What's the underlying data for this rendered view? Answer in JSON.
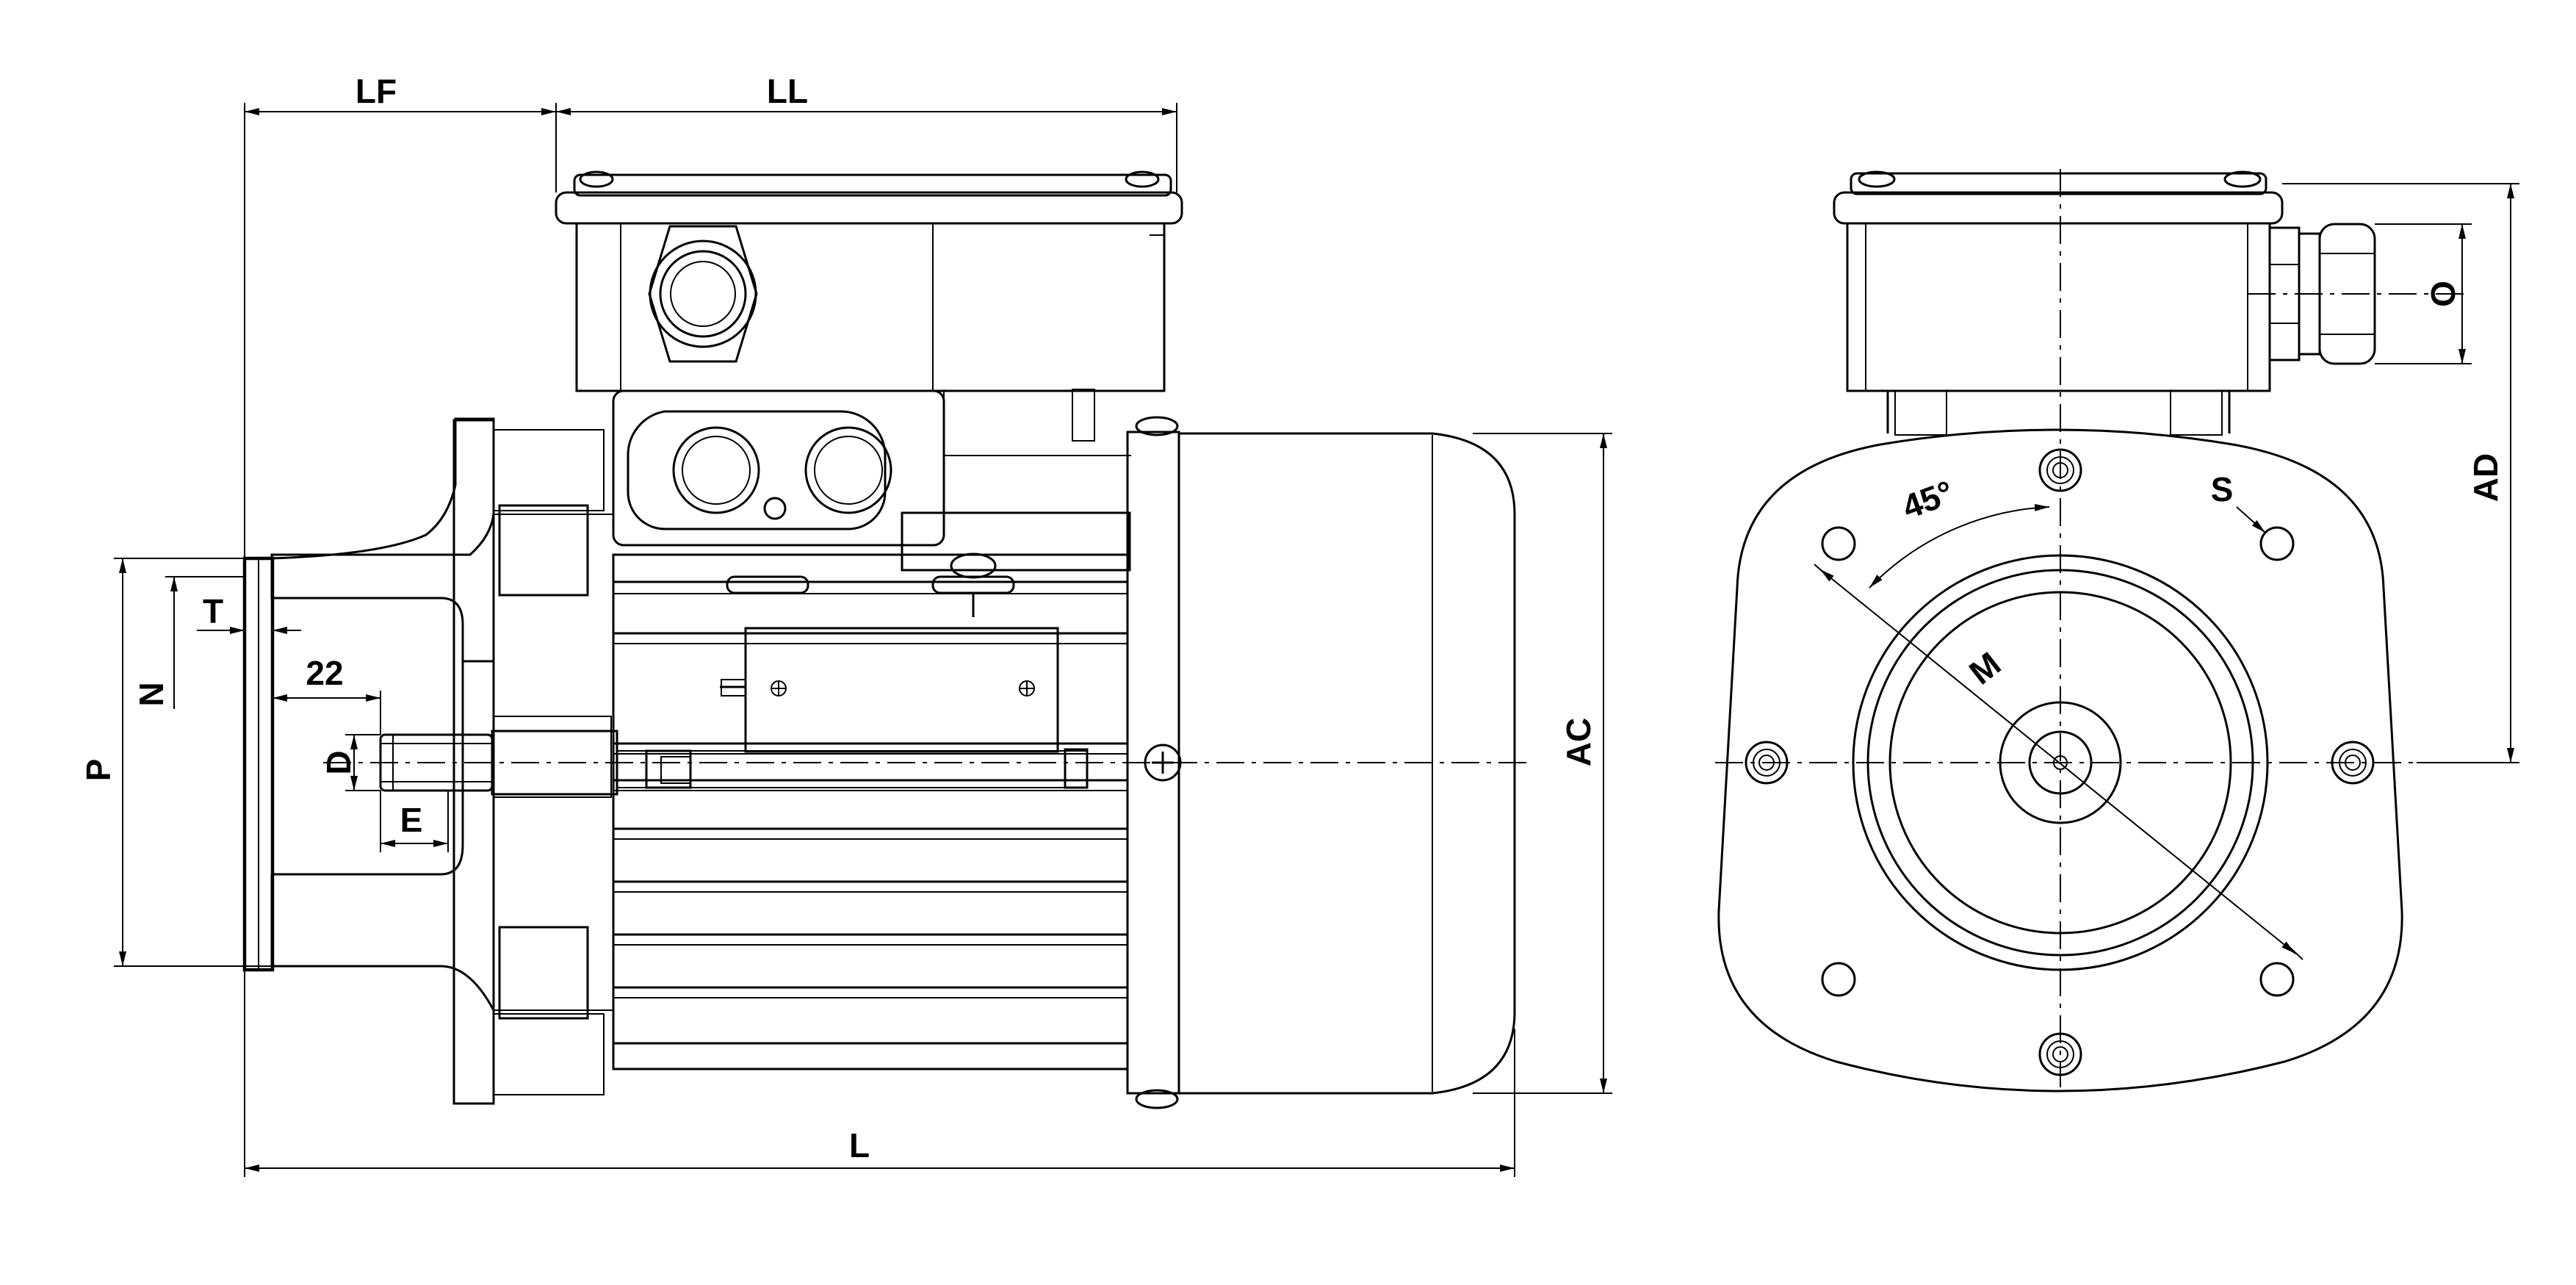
{
  "side_view": {
    "labels": {
      "lf": "LF",
      "ll": "LL",
      "t": "T",
      "n": "N",
      "p": "P",
      "twentytwo": "22",
      "d": "D",
      "e": "E",
      "ac": "AC",
      "l": "L"
    }
  },
  "front_view": {
    "labels": {
      "angle": "45°",
      "s": "S",
      "m": "M",
      "o": "O",
      "ad": "AD"
    }
  },
  "colors": {
    "line": "#000000",
    "background": "#ffffff"
  }
}
